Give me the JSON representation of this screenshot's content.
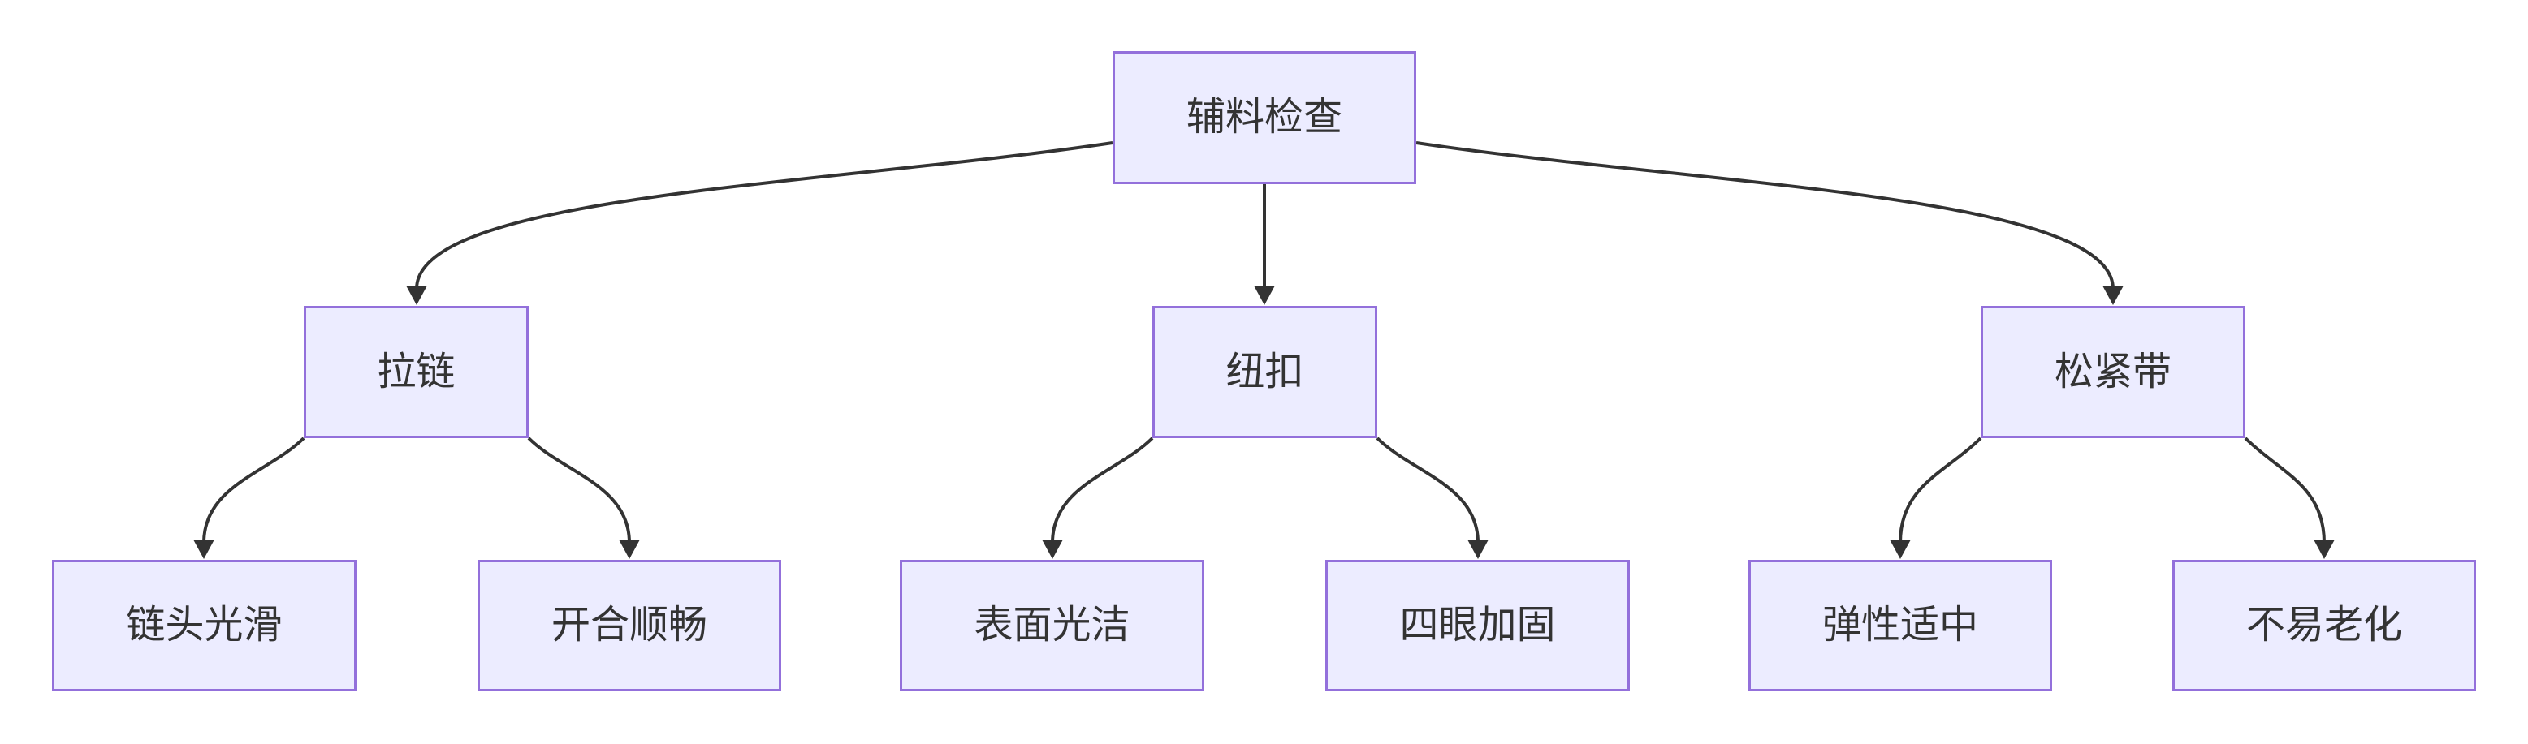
{
  "diagram": {
    "type": "flowchart",
    "direction": "top-down",
    "colors": {
      "node_fill": "#ECECFF",
      "node_border": "#9370DB",
      "edge": "#333333",
      "text": "#333333",
      "background": "#ffffff"
    },
    "nodes": {
      "root": {
        "label": "辅料检查"
      },
      "zipper": {
        "label": "拉链"
      },
      "button": {
        "label": "纽扣"
      },
      "elastic": {
        "label": "松紧带"
      },
      "zipper_c1": {
        "label": "链头光滑"
      },
      "zipper_c2": {
        "label": "开合顺畅"
      },
      "button_c1": {
        "label": "表面光洁"
      },
      "button_c2": {
        "label": "四眼加固"
      },
      "elastic_c1": {
        "label": "弹性适中"
      },
      "elastic_c2": {
        "label": "不易老化"
      }
    },
    "edges": [
      {
        "from": "辅料检查",
        "to": "拉链"
      },
      {
        "from": "辅料检查",
        "to": "纽扣"
      },
      {
        "from": "辅料检查",
        "to": "松紧带"
      },
      {
        "from": "拉链",
        "to": "链头光滑"
      },
      {
        "from": "拉链",
        "to": "开合顺畅"
      },
      {
        "from": "纽扣",
        "to": "表面光洁"
      },
      {
        "from": "纽扣",
        "to": "四眼加固"
      },
      {
        "from": "松紧带",
        "to": "弹性适中"
      },
      {
        "from": "松紧带",
        "to": "不易老化"
      }
    ]
  }
}
